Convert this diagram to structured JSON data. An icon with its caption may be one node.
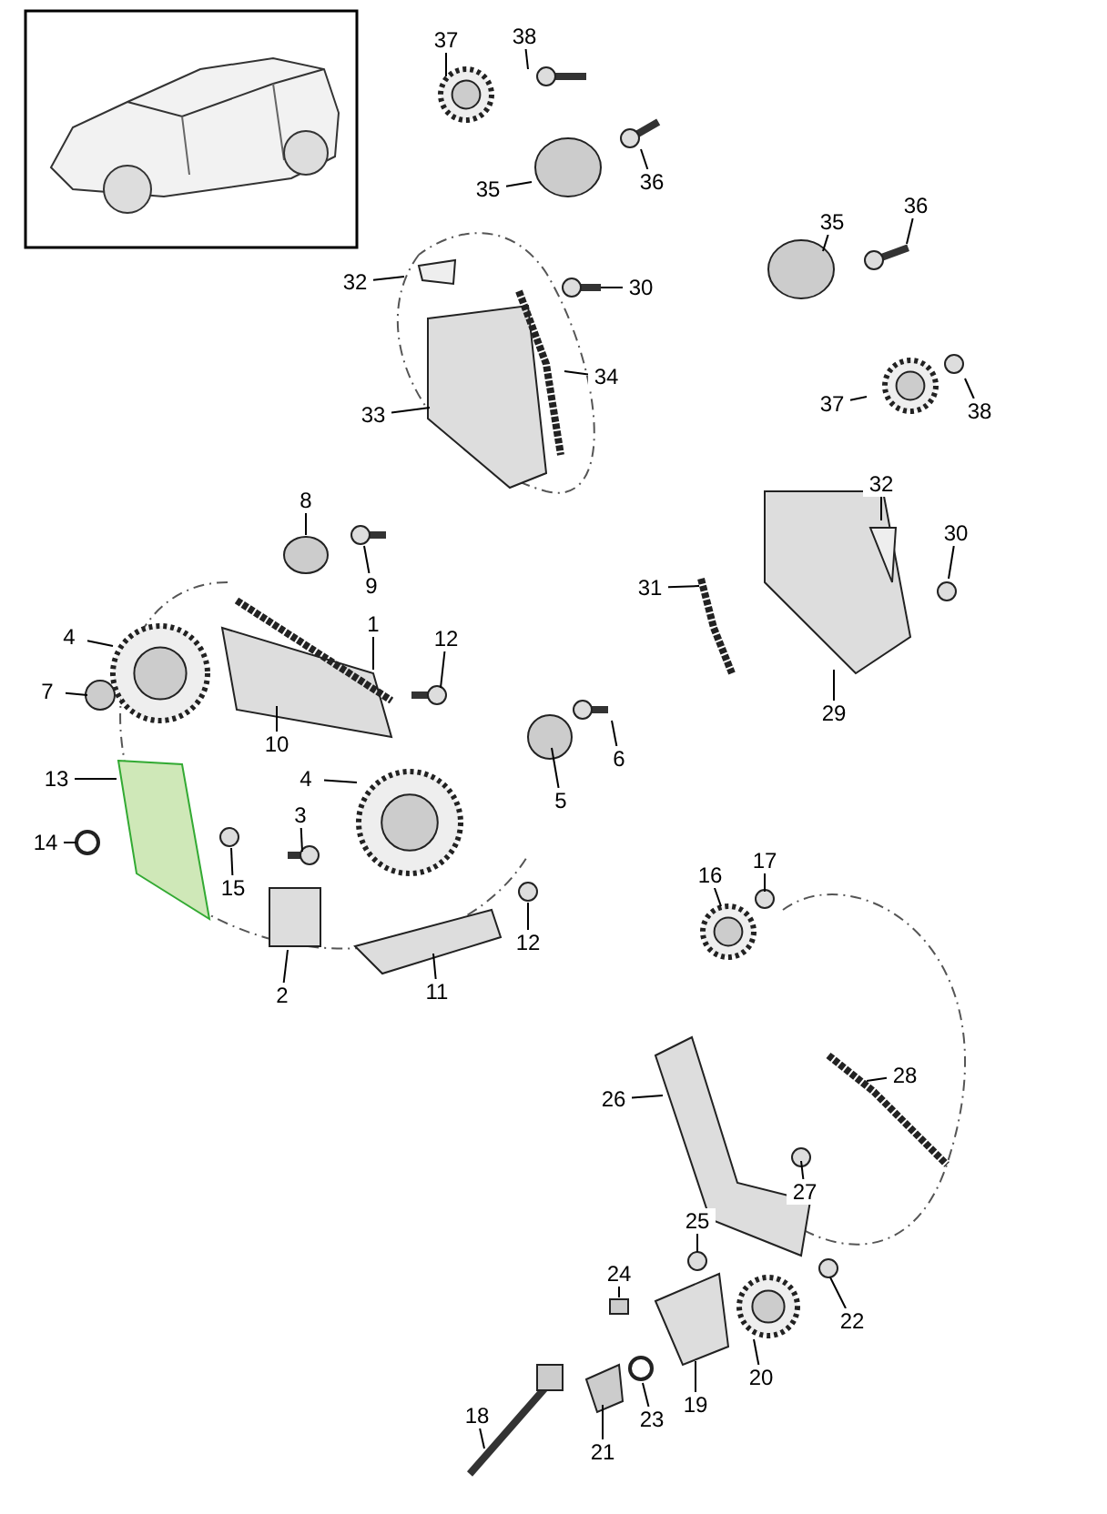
{
  "diagram": {
    "nodes": [
      {
        "text": [
          "37"
        ]
      },
      {
        "text": [
          "38"
        ]
      },
      {
        "text": [
          "35"
        ]
      },
      {
        "text": [
          "36"
        ]
      },
      {
        "text": [
          "32"
        ]
      },
      {
        "text": [
          "30"
        ]
      },
      {
        "text": [
          "34"
        ]
      },
      {
        "text": [
          "33"
        ]
      },
      {
        "text": [
          "35"
        ]
      },
      {
        "text": [
          "36"
        ]
      },
      {
        "text": [
          "37"
        ]
      },
      {
        "text": [
          "38"
        ]
      },
      {
        "text": [
          "8"
        ]
      },
      {
        "text": [
          "9"
        ]
      },
      {
        "text": [
          "32"
        ]
      },
      {
        "text": [
          "30"
        ]
      },
      {
        "text": [
          "31"
        ]
      },
      {
        "text": [
          "1"
        ]
      },
      {
        "text": [
          "4"
        ]
      },
      {
        "text": [
          "12"
        ]
      },
      {
        "text": [
          "7"
        ]
      },
      {
        "text": [
          "10"
        ]
      },
      {
        "text": [
          "29"
        ]
      },
      {
        "text": [
          "6"
        ]
      },
      {
        "text": [
          "5"
        ]
      },
      {
        "text": [
          "13"
        ]
      },
      {
        "text": [
          "4"
        ]
      },
      {
        "text": [
          "14"
        ]
      },
      {
        "text": [
          "3"
        ]
      },
      {
        "text": [
          "15"
        ]
      },
      {
        "text": [
          "12"
        ]
      },
      {
        "text": [
          "2"
        ]
      },
      {
        "text": [
          "11"
        ]
      },
      {
        "text": [
          "16"
        ]
      },
      {
        "text": [
          "17"
        ]
      },
      {
        "text": [
          "26"
        ]
      },
      {
        "text": [
          "28"
        ]
      },
      {
        "text": [
          "27"
        ]
      },
      {
        "text": [
          "25"
        ]
      },
      {
        "text": [
          "24"
        ]
      },
      {
        "text": [
          "22"
        ]
      },
      {
        "text": [
          "19"
        ]
      },
      {
        "text": [
          "20"
        ]
      },
      {
        "text": [
          "23"
        ]
      },
      {
        "text": [
          "18"
        ]
      },
      {
        "text": [
          "21"
        ]
      }
    ],
    "edges": [
      {
        "from": 0,
        "to": null,
        "arrow": "none"
      },
      {
        "from": 1,
        "to": null,
        "arrow": "none"
      },
      {
        "from": 2,
        "to": null,
        "arrow": "none"
      },
      {
        "from": 3,
        "to": null,
        "arrow": "none"
      },
      {
        "from": 4,
        "to": null,
        "arrow": "none"
      },
      {
        "from": 5,
        "to": null,
        "arrow": "none"
      },
      {
        "from": 6,
        "to": null,
        "arrow": "none"
      },
      {
        "from": 7,
        "to": null,
        "arrow": "none"
      },
      {
        "from": 8,
        "to": null,
        "arrow": "none"
      },
      {
        "from": 9,
        "to": null,
        "arrow": "none"
      },
      {
        "from": 10,
        "to": null,
        "arrow": "none"
      },
      {
        "from": 11,
        "to": null,
        "arrow": "none"
      },
      {
        "from": 12,
        "to": null,
        "arrow": "none"
      },
      {
        "from": 13,
        "to": null,
        "arrow": "none"
      },
      {
        "from": 14,
        "to": null,
        "arrow": "none"
      },
      {
        "from": 15,
        "to": null,
        "arrow": "none"
      },
      {
        "from": 16,
        "to": null,
        "arrow": "none"
      },
      {
        "from": 17,
        "to": null,
        "arrow": "none"
      },
      {
        "from": 18,
        "to": null,
        "arrow": "none"
      },
      {
        "from": 19,
        "to": null,
        "arrow": "none"
      },
      {
        "from": 20,
        "to": null,
        "arrow": "none"
      },
      {
        "from": 21,
        "to": null,
        "arrow": "none"
      },
      {
        "from": 22,
        "to": null,
        "arrow": "none"
      },
      {
        "from": 23,
        "to": null,
        "arrow": "none"
      },
      {
        "from": 24,
        "to": null,
        "arrow": "none"
      },
      {
        "from": 25,
        "to": null,
        "arrow": "none"
      },
      {
        "from": 26,
        "to": null,
        "arrow": "none"
      },
      {
        "from": 27,
        "to": null,
        "arrow": "none"
      },
      {
        "from": 28,
        "to": null,
        "arrow": "none"
      },
      {
        "from": 29,
        "to": null,
        "arrow": "none"
      },
      {
        "from": 30,
        "to": null,
        "arrow": "none"
      },
      {
        "from": 31,
        "to": null,
        "arrow": "none"
      },
      {
        "from": 32,
        "to": null,
        "arrow": "none"
      },
      {
        "from": 33,
        "to": null,
        "arrow": "none"
      },
      {
        "from": 34,
        "to": null,
        "arrow": "none"
      },
      {
        "from": 35,
        "to": null,
        "arrow": "none"
      },
      {
        "from": 36,
        "to": null,
        "arrow": "none"
      },
      {
        "from": 37,
        "to": null,
        "arrow": "none"
      },
      {
        "from": 38,
        "to": null,
        "arrow": "none"
      },
      {
        "from": 39,
        "to": null,
        "arrow": "none"
      },
      {
        "from": 40,
        "to": null,
        "arrow": "none"
      },
      {
        "from": 41,
        "to": null,
        "arrow": "none"
      },
      {
        "from": 42,
        "to": null,
        "arrow": "none"
      },
      {
        "from": 43,
        "to": null,
        "arrow": "none"
      },
      {
        "from": 44,
        "to": null,
        "arrow": "none"
      },
      {
        "from": 45,
        "to": null,
        "arrow": "none"
      }
    ]
  }
}
